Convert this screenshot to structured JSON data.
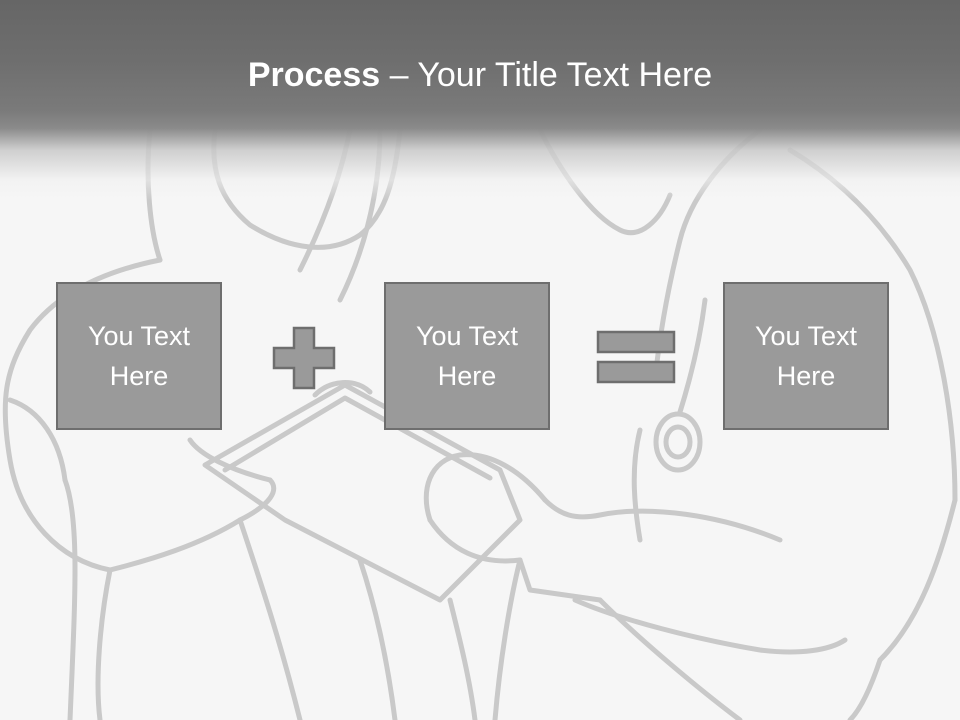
{
  "slide": {
    "title_bold": "Process",
    "title_rest": " – Your Title Text Here"
  },
  "process": {
    "boxes": [
      {
        "label": "You Text Here"
      },
      {
        "label": "You Text Here"
      },
      {
        "label": "You Text Here"
      }
    ],
    "operators": [
      "plus-icon",
      "equals-icon"
    ]
  },
  "colors": {
    "header": "#6b6b6b",
    "box_fill": "#9a9a9a",
    "box_border": "#6e6e6e",
    "background": "#f6f6f6",
    "sketch_lines": "#c8c8c8"
  }
}
